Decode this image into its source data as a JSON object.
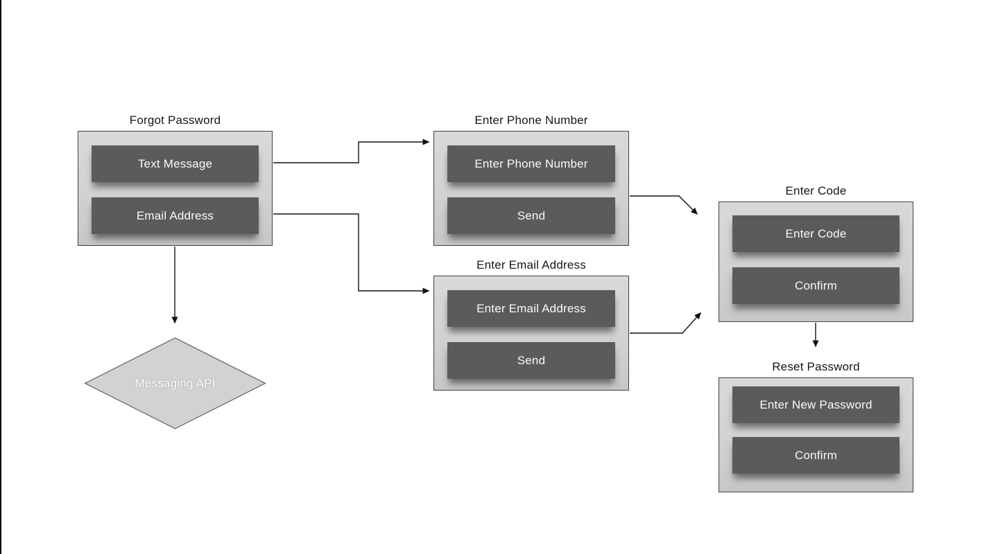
{
  "page": {
    "background": "#ffffff",
    "left_edge_line_color": "#0b0b10"
  },
  "colors": {
    "group_bg_top": "#d9d9d9",
    "group_bg_bottom": "#c7c7c7",
    "group_border": "#3f3f3f",
    "button_bg": "#5b5b5b",
    "button_text": "#fafafa",
    "title_text": "#161616",
    "diamond_fill": "#d2d2d2",
    "diamond_border": "#6e6e6e",
    "diamond_text": "#fdfdfd",
    "connector": "#111111"
  },
  "diagram": {
    "groups": [
      {
        "id": "forgot-password",
        "title": "Forgot Password",
        "buttons": [
          "Text Message",
          "Email Address"
        ]
      },
      {
        "id": "enter-phone-number",
        "title": "Enter Phone Number",
        "buttons": [
          "Enter Phone Number",
          "Send"
        ]
      },
      {
        "id": "enter-email-address",
        "title": "Enter Email Address",
        "buttons": [
          "Enter Email Address",
          "Send"
        ]
      },
      {
        "id": "enter-code",
        "title": "Enter Code",
        "buttons": [
          "Enter Code",
          "Confirm"
        ]
      },
      {
        "id": "reset-password",
        "title": "Reset Password",
        "buttons": [
          "Enter New Password",
          "Confirm"
        ]
      }
    ],
    "decision": {
      "id": "messaging-api",
      "label": "Messaging API"
    },
    "connections": [
      {
        "from": "forgot-password",
        "to": "messaging-api",
        "shape": "straight-down"
      },
      {
        "from": "forgot-password.text-message",
        "to": "enter-phone-number",
        "shape": "elbow-right"
      },
      {
        "from": "forgot-password.email-address",
        "to": "enter-email-address",
        "shape": "elbow-right"
      },
      {
        "from": "enter-phone-number",
        "to": "enter-code",
        "shape": "diagonal-down-right"
      },
      {
        "from": "enter-email-address",
        "to": "enter-code",
        "shape": "diagonal-up-right"
      },
      {
        "from": "enter-code",
        "to": "reset-password",
        "shape": "straight-down"
      }
    ]
  }
}
